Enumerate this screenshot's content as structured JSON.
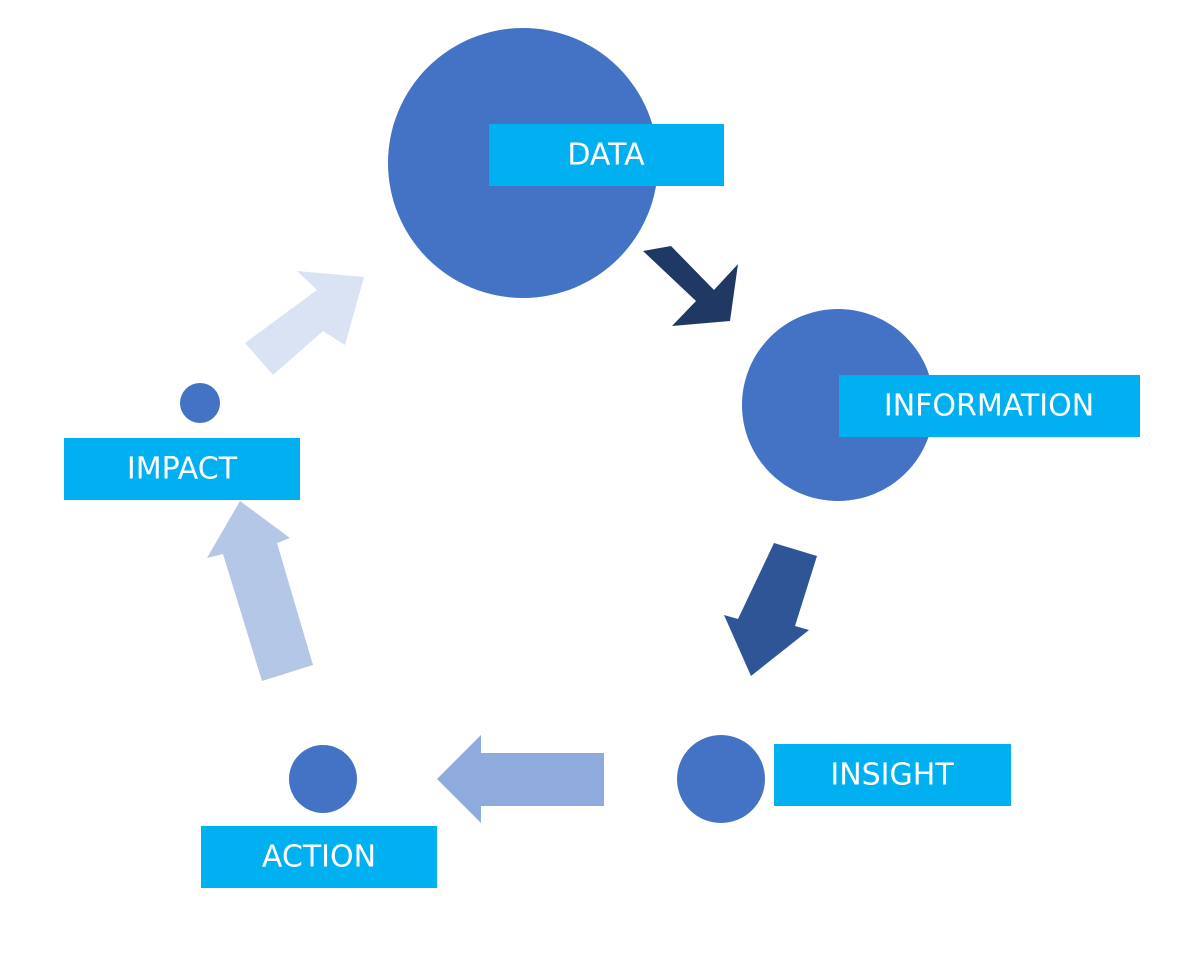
{
  "diagram": {
    "type": "cycle",
    "nodes": [
      {
        "id": "data",
        "label": "DATA"
      },
      {
        "id": "information",
        "label": "INFORMATION"
      },
      {
        "id": "insight",
        "label": "INSIGHT"
      },
      {
        "id": "action",
        "label": "ACTION"
      },
      {
        "id": "impact",
        "label": "IMPACT"
      }
    ],
    "edges": [
      {
        "from": "data",
        "to": "information"
      },
      {
        "from": "information",
        "to": "insight"
      },
      {
        "from": "insight",
        "to": "action"
      },
      {
        "from": "action",
        "to": "impact"
      },
      {
        "from": "impact",
        "to": "data"
      }
    ],
    "colors": {
      "circle": "#4472C4",
      "label_box": "#00B0F0",
      "label_text": "#FFFFFF",
      "arrow_data_information": "#203864",
      "arrow_information_insight": "#2F5597",
      "arrow_insight_action": "#8FAADC",
      "arrow_action_impact": "#B4C7E7",
      "arrow_impact_data": "#DAE3F3"
    }
  }
}
